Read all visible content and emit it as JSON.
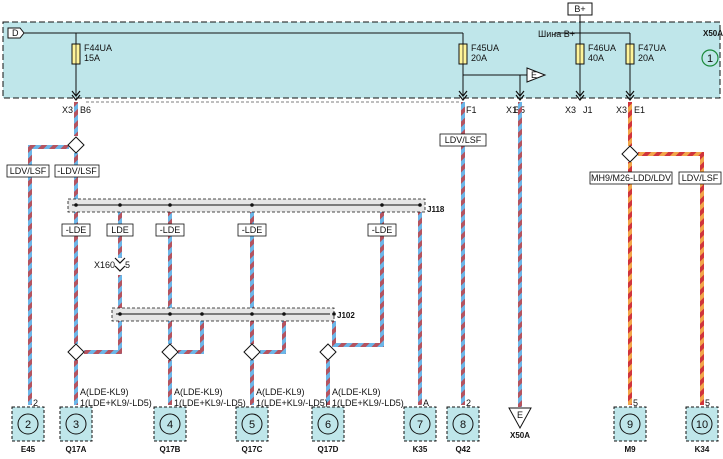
{
  "title": "B+",
  "unit": {
    "id": "X50A",
    "number": "1",
    "bus_label": "Шина B+",
    "bus_d": "D",
    "output_e": "E"
  },
  "fuses": [
    {
      "name": "F44UA",
      "rating": "15A"
    },
    {
      "name": "F45UA",
      "rating": "20A"
    },
    {
      "name": "F46UA",
      "rating": "40A"
    },
    {
      "name": "F47UA",
      "rating": "20A"
    }
  ],
  "pins": [
    {
      "connector": "X3",
      "pin": "B6"
    },
    {
      "connector": "",
      "pin": "F1"
    },
    {
      "connector": "X1",
      "pin": "B5"
    },
    {
      "connector": "X3",
      "pin": "J1"
    },
    {
      "connector": "X3",
      "pin": "E1"
    }
  ],
  "splices": {
    "j118": "J118",
    "j102": "J102",
    "x160": "X160",
    "x160_pin": "5"
  },
  "wire_tags": {
    "ldv_left": "LDV/LSF",
    "ldv_left2": "-LDV/LSF",
    "ldv_f45": "LDV/LSF",
    "mh9": "MH9/M26-LDD/LDV",
    "ldv_right": "LDV/LSF",
    "lde1": "-LDE",
    "lde2": "LDE",
    "lde3": "-LDE",
    "lde4": "-LDE",
    "lde5": "-LDE"
  },
  "variants": {
    "a": "A(LDE-KL9)",
    "b": "1(LDE+KL9/-LD5)"
  },
  "consumers": [
    {
      "n": "2",
      "pin": "2",
      "code": "E45"
    },
    {
      "n": "3",
      "pin": "",
      "code": "Q17A"
    },
    {
      "n": "4",
      "pin": "",
      "code": "Q17B"
    },
    {
      "n": "5",
      "pin": "",
      "code": "Q17C"
    },
    {
      "n": "6",
      "pin": "",
      "code": "Q17D"
    },
    {
      "n": "7",
      "pin": "A",
      "code": "K35"
    },
    {
      "n": "8",
      "pin": "2",
      "code": "Q42"
    },
    {
      "n": "E",
      "pin": "",
      "code": "X50A"
    },
    {
      "n": "9",
      "pin": "5",
      "code": "M9"
    },
    {
      "n": "10",
      "pin": "5",
      "code": "K34"
    }
  ],
  "colors": {
    "panel": "#bfe6ea",
    "wire_blue": "#6bb6e8",
    "wire_red": "#b5535f",
    "wire_orange": "#f2a64a",
    "wire_redsolid": "#d0343c",
    "splice_bar": "#e6e6e6",
    "consumer_fill": "#bfe6ea"
  }
}
